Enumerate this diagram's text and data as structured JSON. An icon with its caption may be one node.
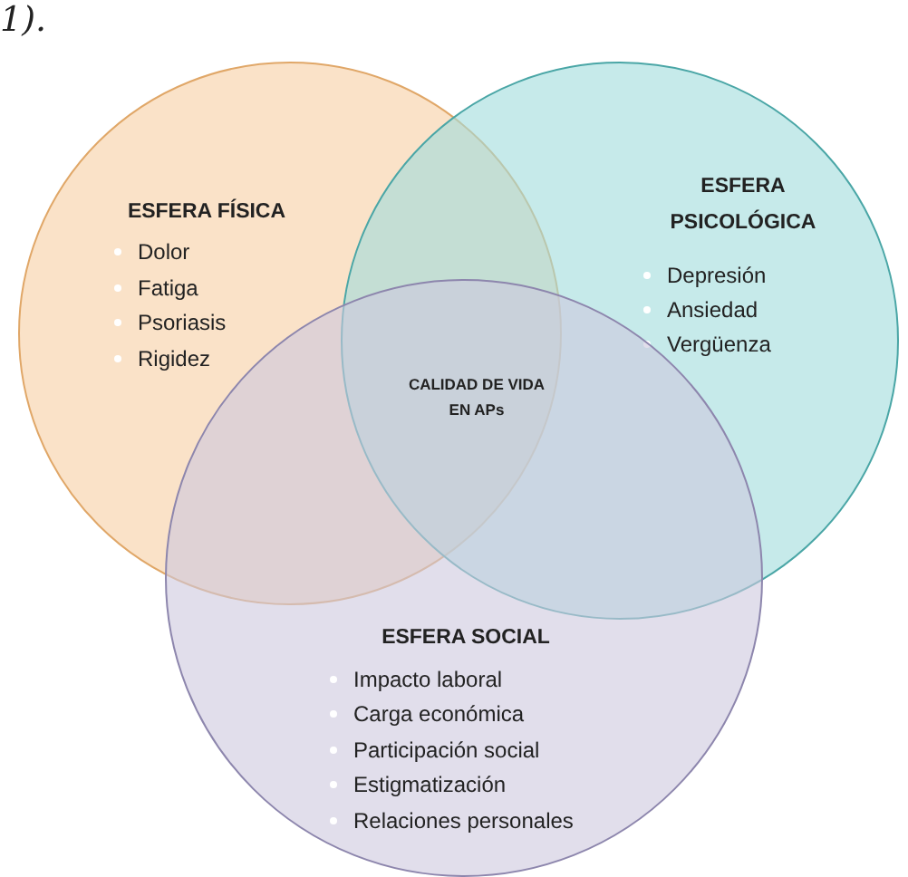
{
  "diagram": {
    "nodes": [
      {
        "text": [
          "ESFERA FÍSICA",
          "Dolor",
          "Fatiga",
          "Psoriasis",
          "Rigidez"
        ]
      },
      {
        "text": [
          "ESFERA PSICOLÓGICA",
          "Depresión",
          "Ansiedad",
          "Vergüenza"
        ]
      },
      {
        "text": [
          "ESFERA SOCIAL",
          "Impacto laboral",
          "Carga económica",
          "Participación social",
          "Estigmatización",
          "Relaciones personales"
        ]
      }
    ],
    "labels": [
      "1).",
      "CALIDAD DE VIDA EN APs"
    ]
  }
}
